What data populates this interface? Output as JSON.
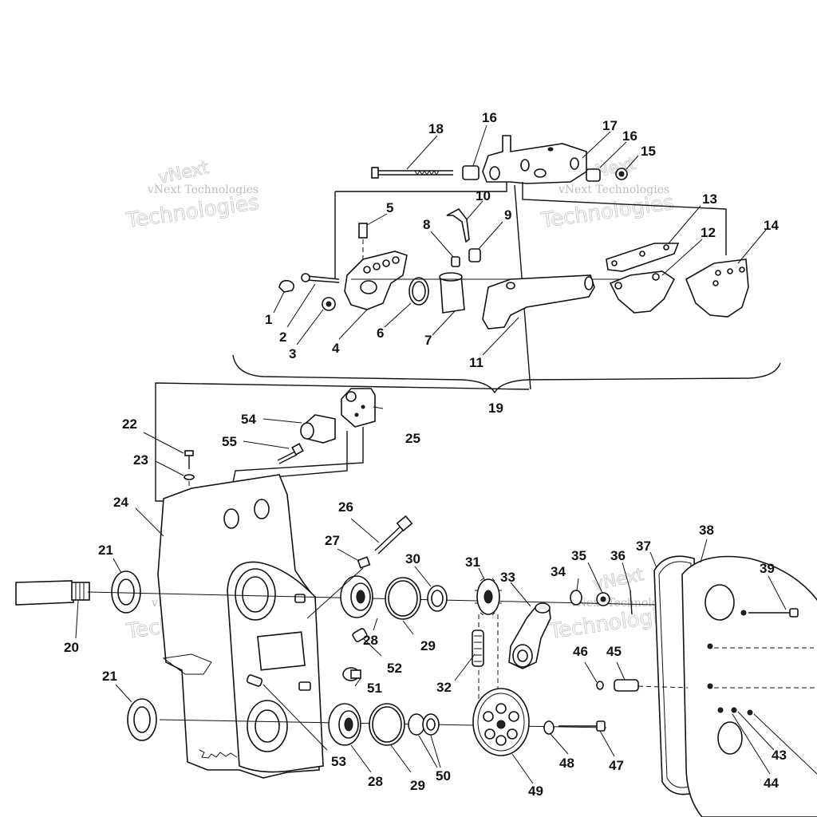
{
  "watermark": {
    "brand": "vNext",
    "line1": "vNext Technologies",
    "line2": "Technologies"
  },
  "labels": {
    "l1": "1",
    "l2": "2",
    "l3": "3",
    "l4": "4",
    "l5": "5",
    "l6": "6",
    "l7": "7",
    "l8": "8",
    "l9": "9",
    "l10": "10",
    "l11": "11",
    "l12": "12",
    "l13": "13",
    "l14": "14",
    "l15": "15",
    "l16a": "16",
    "l16b": "16",
    "l17": "17",
    "l18": "18",
    "l19": "19",
    "l20": "20",
    "l21a": "21",
    "l21b": "21",
    "l22": "22",
    "l23": "23",
    "l24": "24",
    "l25": "25",
    "l26": "26",
    "l27": "27",
    "l28a": "28",
    "l28b": "28",
    "l29a": "29",
    "l29b": "29",
    "l30": "30",
    "l31": "31",
    "l32": "32",
    "l33": "33",
    "l34": "34",
    "l35": "35",
    "l36": "36",
    "l37": "37",
    "l38": "38",
    "l39": "39",
    "l43": "43",
    "l44": "44",
    "l45": "45",
    "l46": "46",
    "l47": "47",
    "l48": "48",
    "l49": "49",
    "l50": "50",
    "l51": "51",
    "l52": "52",
    "l53": "53",
    "l54": "54",
    "l55": "55"
  }
}
